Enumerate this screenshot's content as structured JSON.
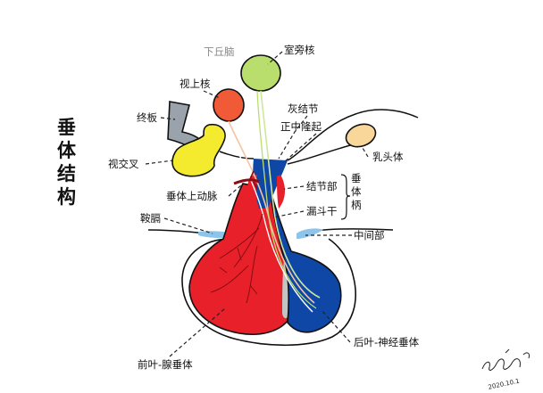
{
  "title_chars": [
    "垂",
    "体",
    "结",
    "构"
  ],
  "labels": {
    "hypothalamus": "下丘脑",
    "paraventricular_nucleus": "室旁核",
    "supraoptic_nucleus": "视上核",
    "lamina_terminalis": "终板",
    "optic_chiasm": "视交叉",
    "tuber_cinereum": "灰结节",
    "median_eminence": "正中隆起",
    "mammillary_body": "乳头体",
    "superior_hypophyseal_artery": "垂体上动脉",
    "pars_tuberalis": "结节部",
    "infundibular_stem": "漏斗干",
    "pituitary_stalk_chars": [
      "垂",
      "体",
      "柄"
    ],
    "diaphragma_sellae": "鞍膈",
    "pars_intermedia": "中间部",
    "anterior_lobe": "前叶-腺垂体",
    "posterior_lobe": "后叶-神经垂体"
  },
  "signature_text": "2020.10.1",
  "colors": {
    "anterior_lobe": "#e8202a",
    "posterior_lobe": "#0e47a6",
    "paraventricular": "#b9de6e",
    "supraoptic": "#f05a36",
    "optic_chiasm": "#f4ea2e",
    "lamina_terminalis": "#9aa3ab",
    "mammillary": "#f9d79a",
    "csf_blue": "#8cc4ec",
    "intermediate": "#c4c4c4",
    "artery_dark": "#8a0c14"
  }
}
